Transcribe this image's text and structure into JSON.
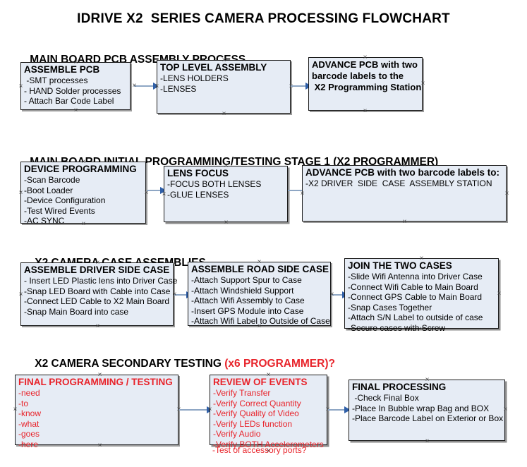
{
  "document": {
    "title": "IDRIVE X2  SERIES CAMERA PROCESSING FLOWCHART"
  },
  "colors": {
    "box_fill": "#e6ecf5",
    "box_border": "#1a1a1a",
    "arrow_shaft": "#8ea6c4",
    "arrow_head": "#2f5fa8",
    "accent_red": "#e8232a",
    "text": "#000000"
  },
  "sections": [
    {
      "id": "pcb-assembly",
      "heading": "MAIN BOARD PCB ASSEMBLY PROCESS",
      "heading_suffix": "",
      "boxes": [
        {
          "id": "assemble-pcb",
          "title": "ASSEMBLE PCB",
          "lines": [
            " -SMT processes",
            "- HAND Solder processes",
            "- Attach Bar Code Label"
          ],
          "bold_lines": false,
          "red": false
        },
        {
          "id": "top-level-assembly",
          "title": "TOP LEVEL ASSEMBLY",
          "lines": [
            "-LENS HOLDERS",
            "-LENSES"
          ],
          "bold_lines": false,
          "red": false
        },
        {
          "id": "advance-pcb-programming-station",
          "title": "ADVANCE PCB with two",
          "lines": [
            "barcode labels to the",
            " X2 Programming Station"
          ],
          "bold_lines": true,
          "red": false
        }
      ]
    },
    {
      "id": "initial-programming",
      "heading": "MAIN BOARD INITIAL PROGRAMMING/TESTING STAGE 1 (X2 PROGRAMMER)",
      "heading_suffix": "",
      "boxes": [
        {
          "id": "device-programming",
          "title": "DEVICE PROGRAMMING",
          "lines": [
            "-Scan Barcode",
            "-Boot Loader",
            "-Device Configuration",
            "-Test Wired Events",
            "-AC SYNC"
          ],
          "bold_lines": false,
          "red": false
        },
        {
          "id": "lens-focus",
          "title": "LENS FOCUS",
          "lines": [
            "-FOCUS BOTH LENSES",
            "-GLUE LENSES"
          ],
          "bold_lines": false,
          "red": false
        },
        {
          "id": "advance-pcb-driver-side-station",
          "title": "ADVANCE PCB with two barcode labels to:",
          "lines": [
            "-X2 DRIVER  SIDE  CASE  ASSEMBLY STATION"
          ],
          "bold_lines": false,
          "red": false
        }
      ]
    },
    {
      "id": "case-assemblies",
      "heading": "X2 CAMERA CASE ASSEMBLIES",
      "heading_suffix": "",
      "boxes": [
        {
          "id": "assemble-driver-side-case",
          "title": "ASSEMBLE DRIVER SIDE CASE",
          "lines": [
            "- Insert LED Plastic lens into Driver Case",
            "-Snap LED Board with Cable into Case",
            "-Connect LED Cable to X2 Main Board",
            "-Snap Main Board into case"
          ],
          "bold_lines": false,
          "red": false
        },
        {
          "id": "assemble-road-side-case",
          "title": "ASSEMBLE ROAD SIDE CASE",
          "lines": [
            "-Attach Support Spur to Case",
            "-Attach Windshield Support",
            "-Attach Wifi Assembly to Case",
            "-Insert GPS Module into Case",
            "-Attach Wifi Label to Outside of Case"
          ],
          "bold_lines": false,
          "red": false
        },
        {
          "id": "join-the-two-cases",
          "title": "JOIN THE TWO CASES",
          "lines": [
            "-Slide Wifi Antenna into Driver Case",
            "-Connect Wifi Cable to Main Board",
            "-Connect GPS Cable to Main Board",
            "-Snap Cases Together",
            "-Attach S/N Label to outside of case",
            "-Secure cases with Screw"
          ],
          "bold_lines": false,
          "red": false
        }
      ]
    },
    {
      "id": "secondary-testing",
      "heading": "X2 CAMERA SECONDARY TESTING ",
      "heading_suffix": "(x6 PROGRAMMER)?",
      "boxes": [
        {
          "id": "final-programming-testing",
          "title": "FINAL PROGRAMMING / TESTING",
          "lines": [
            "-need",
            "-to",
            "-know",
            "-what",
            "-goes",
            "-here"
          ],
          "bold_lines": false,
          "red": true
        },
        {
          "id": "review-of-events",
          "title": "REVIEW OF EVENTS",
          "lines": [
            "-Verify Transfer",
            "-Verify Correct Quantity",
            "-Verify Quality of Video",
            "-Verify LEDs function",
            "-Verify Audio",
            "-Verify BOTH Accelerometers"
          ],
          "overflow_line": "-Test of accessory ports?",
          "bold_lines": false,
          "red": true
        },
        {
          "id": "final-processing",
          "title": "FINAL PROCESSING",
          "lines": [
            " -Check Final Box",
            "-Place In Bubble wrap Bag and BOX",
            "-Place Barcode Label on Exterior or Box"
          ],
          "bold_lines": false,
          "red": false
        }
      ]
    }
  ]
}
